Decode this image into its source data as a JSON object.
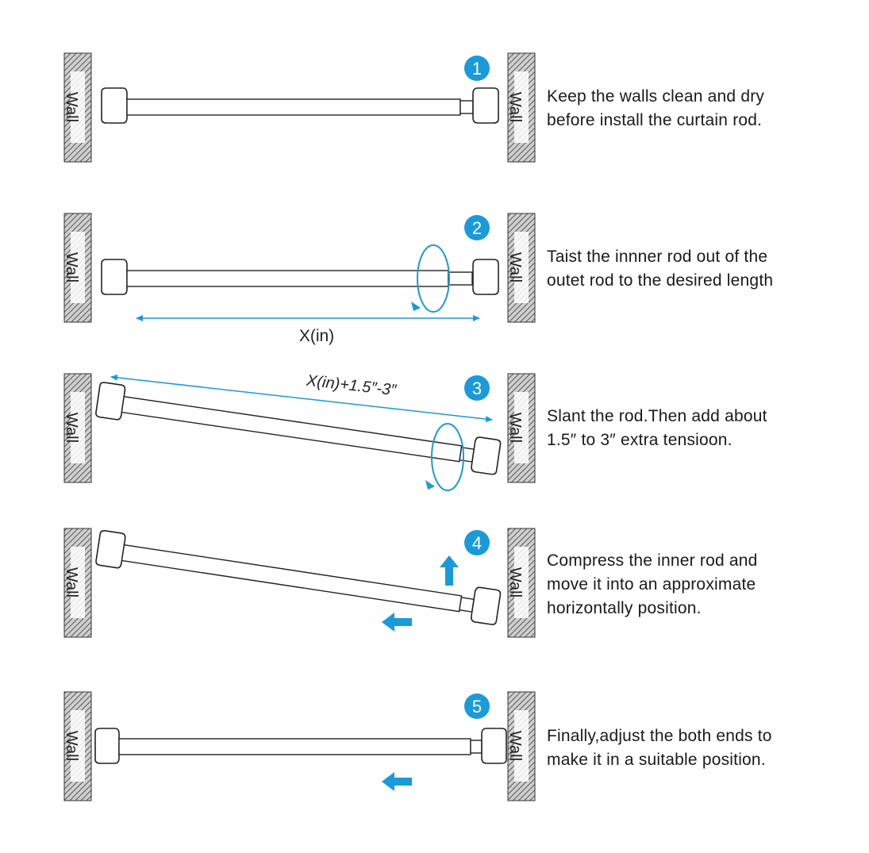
{
  "wall_label": "Wall",
  "colors": {
    "accent": "#1a9ad9",
    "line": "#222222",
    "hatch": "#9a9a9a"
  },
  "steps": [
    {
      "number": "1",
      "lines": [
        "Keep the walls clean and dry",
        "before install the curtain rod."
      ]
    },
    {
      "number": "2",
      "lines": [
        "Taist the innner rod out of the",
        "outet rod to the desired length"
      ],
      "measure_label": "X(in)"
    },
    {
      "number": "3",
      "lines": [
        "Slant the rod.Then add about",
        "1.5″ to 3″ extra tensioon."
      ],
      "measure_label": "X(in)+1.5″-3″"
    },
    {
      "number": "4",
      "lines": [
        "Compress the inner rod and",
        "move it into an approximate",
        "horizontally position."
      ]
    },
    {
      "number": "5",
      "lines": [
        "Finally,adjust the both ends to",
        "make it in a suitable position."
      ]
    }
  ]
}
